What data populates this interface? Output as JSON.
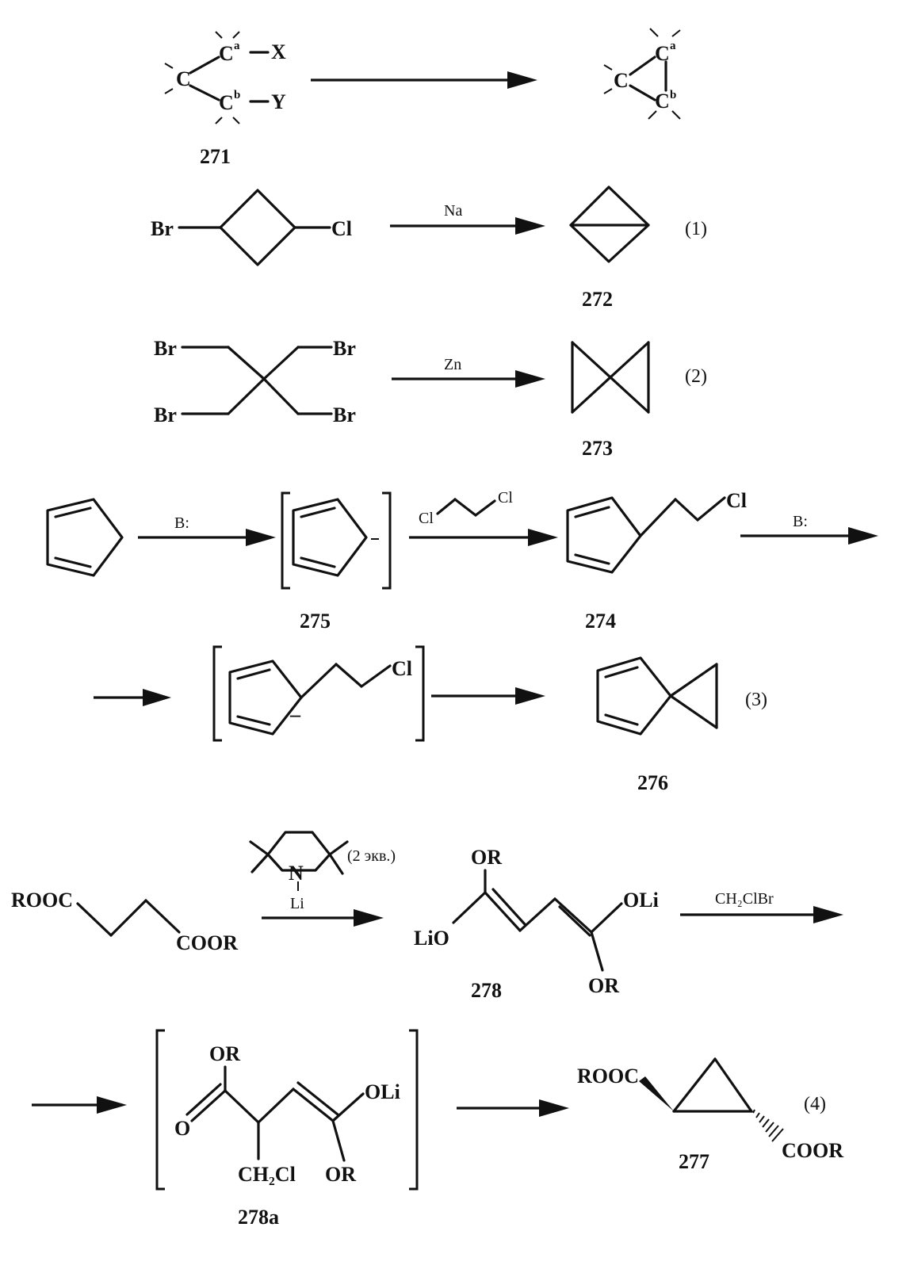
{
  "general": {
    "Ca": "C",
    "Ca_sup": "a",
    "Cb": "C",
    "Cb_sup": "b",
    "X": "X",
    "Y": "Y",
    "C": "C",
    "label": "271"
  },
  "eq1": {
    "left_br": "Br",
    "left_cl": "Cl",
    "reagent": "Na",
    "product_label": "272",
    "number": "(1)"
  },
  "eq2": {
    "br": "Br",
    "reagent": "Zn",
    "product_label": "273",
    "number": "(2)"
  },
  "eq3": {
    "reagent1": "B:",
    "intermediate_label": "275",
    "reagent2_cl": "Cl",
    "product_cl": "Cl",
    "product_label": "274",
    "reagent3": "B:",
    "anion_charge": "–",
    "final_label": "276",
    "number": "(3)"
  },
  "eq4": {
    "start_left": "ROOC",
    "start_right": "COOR",
    "base_n": "N",
    "base_li": "Li",
    "base_equiv": "(2 экв.)",
    "dienolate_or": "OR",
    "dienolate_oli_left": "LiO",
    "dienolate_oli_right": "OLi",
    "dienolate_label": "278",
    "reagent": "CH₂ClBr",
    "int_or_top": "OR",
    "int_o": "O",
    "int_oli": "OLi",
    "int_ch2cl": "CH₂Cl",
    "int_or_bottom": "OR",
    "int_label": "278a",
    "prod_rooc": "ROOC",
    "prod_coor": "COOR",
    "prod_label": "277",
    "number": "(4)"
  }
}
